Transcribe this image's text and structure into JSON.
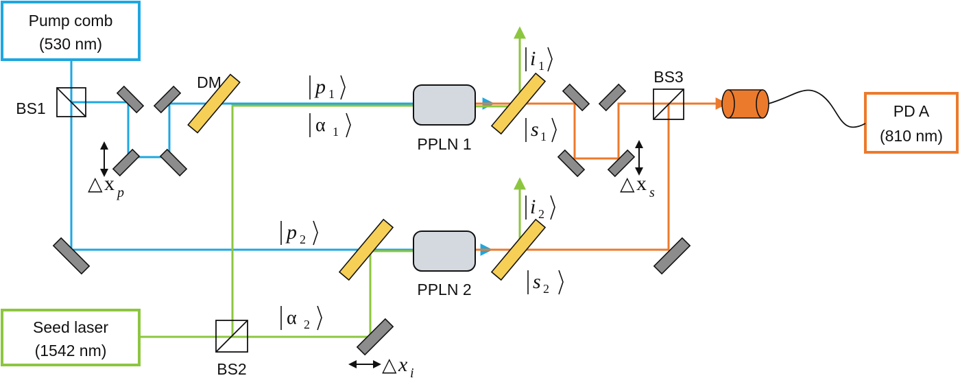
{
  "sources": {
    "pump": {
      "line1": "Pump comb",
      "line2": "(530 nm)",
      "color": "#1ea7e1"
    },
    "seed": {
      "line1": "Seed laser",
      "line2": "(1542 nm)",
      "color": "#8cc63f"
    },
    "detector": {
      "line1": "PD A",
      "line2": "(810 nm)",
      "color": "#ec7a2c"
    }
  },
  "labels": {
    "bs1": "BS1",
    "bs2": "BS2",
    "bs3": "BS3",
    "dm": "DM",
    "ppln1": "PPLN 1",
    "ppln2": "PPLN 2"
  },
  "states": {
    "p1": {
      "sym": "p",
      "sub": "1"
    },
    "alpha1": {
      "sym": "α",
      "sub": "1"
    },
    "i1": {
      "sym": "i",
      "sub": "1"
    },
    "s1": {
      "sym": "s",
      "sub": "1"
    },
    "p2": {
      "sym": "p",
      "sub": "2"
    },
    "alpha2": {
      "sym": "α",
      "sub": "2"
    },
    "i2": {
      "sym": "i",
      "sub": "2"
    },
    "s2": {
      "sym": "s",
      "sub": "2"
    }
  },
  "delays": {
    "dxp": {
      "delta": "△",
      "var": "x",
      "sub": "p"
    },
    "dxs": {
      "delta": "△",
      "var": "x",
      "sub": "s"
    },
    "dxi": {
      "delta": "△",
      "var": "x",
      "sub": "i"
    }
  },
  "colors": {
    "pump_beam": "#1ea7e1",
    "seed_beam": "#8cc63f",
    "signal_beam": "#ec7a2c",
    "dichroic": "#f6cf57",
    "mirror": "#8c8c8c",
    "crystal": "#d4d9e0",
    "detector_body": "#ec7a2c"
  }
}
